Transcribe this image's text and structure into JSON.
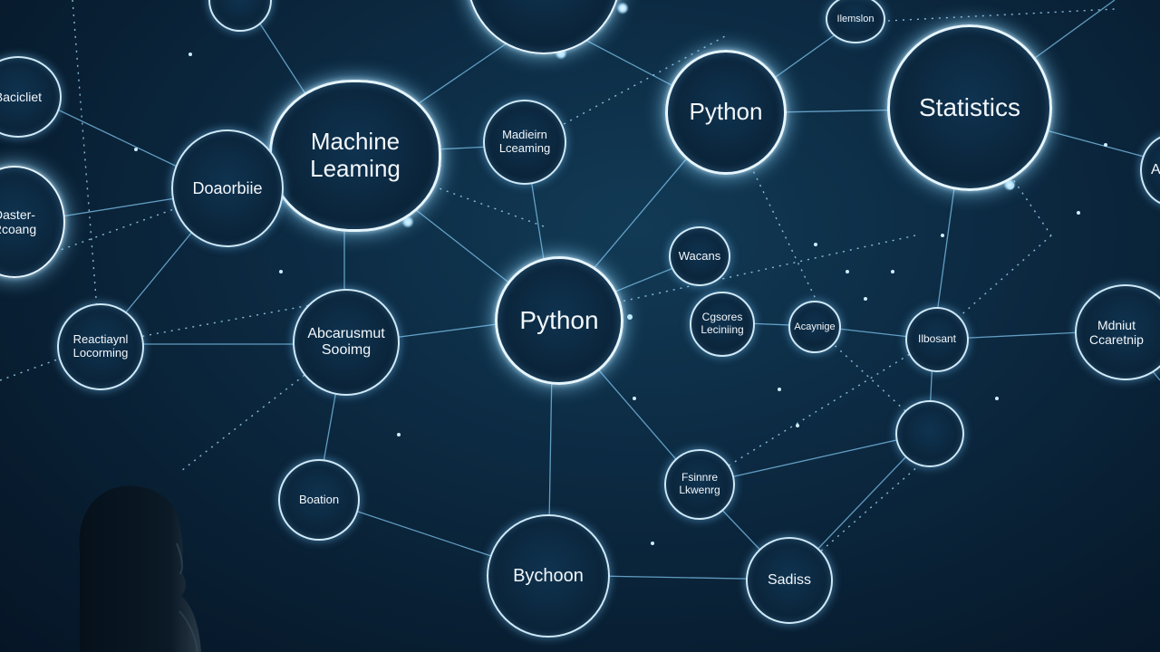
{
  "nodes": {
    "top_center": "",
    "top_small": "",
    "top_right_small": "Ilemslon",
    "left_top": "Bacicliet",
    "machine_learning": "Machine\nLeaming",
    "modern_learning": "Madieirn\nLceaming",
    "python_top": "Python",
    "statistics": "Statistics",
    "right_edge_top": "A",
    "left_mid": "Daster-\nRcoang",
    "dovenbie": "Doaorbiie",
    "python_center": "Python",
    "wacans": "Wacans",
    "left_lower": "Reactiaynl\nLocorming",
    "abcarusmut": "Abcarusmut\nSooimg",
    "cgsores": "Cgsores\nLeciniing",
    "acaynige": "Acaynige",
    "moscrt": "Ilbosant",
    "right_edge_mid": "Mdniut\nCcaretnip",
    "right_lower": "",
    "bottom_left": "Boation",
    "fsinnre": "Fsinnre\nLkwenrg",
    "bychoon": "Bychoon",
    "saciss": "Sadiss"
  },
  "colors": {
    "background": "#0a2338",
    "node_border": "#cfe9f7",
    "text": "#f2f7fb",
    "line": "#7fc4ee"
  }
}
